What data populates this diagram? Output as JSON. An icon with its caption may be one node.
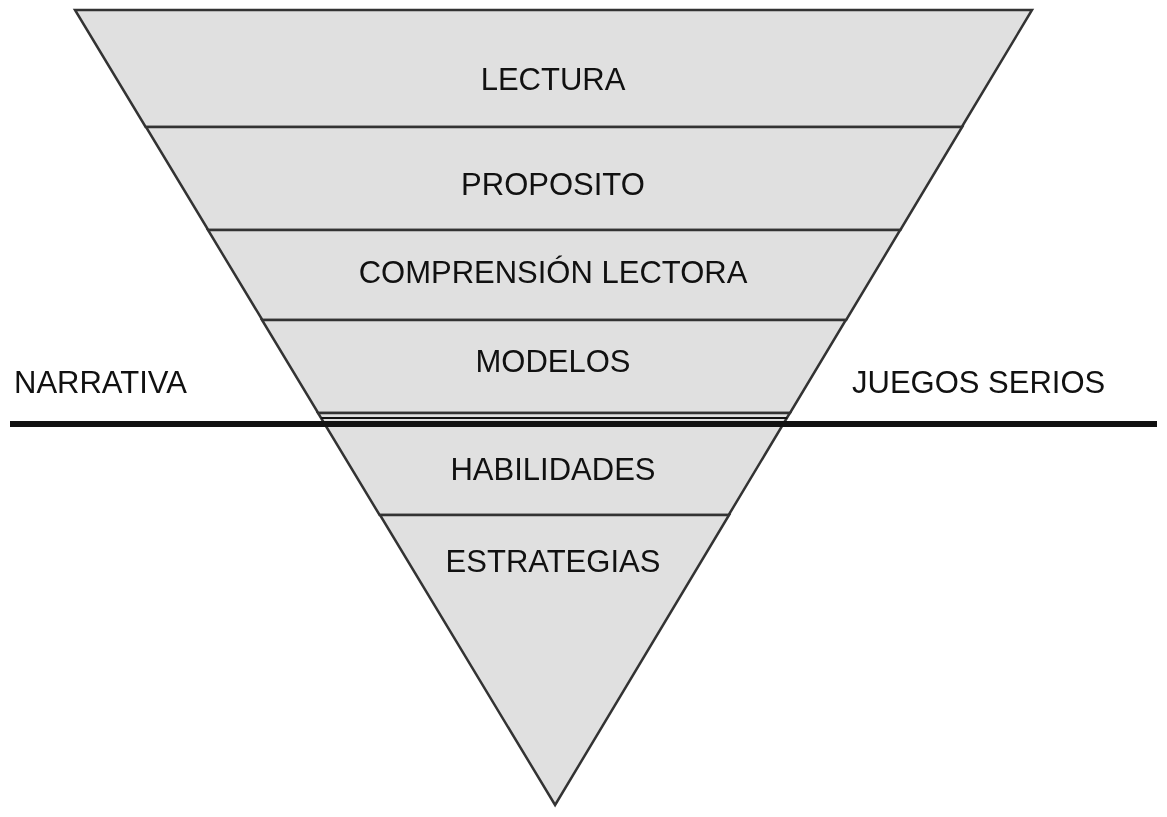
{
  "diagram": {
    "nodes": [
      {
        "text": [
          "LECTURA"
        ]
      },
      {
        "text": [
          "PROPOSITO"
        ]
      },
      {
        "text": [
          "COMPRENSIÓN LECTORA"
        ]
      },
      {
        "text": [
          "MODELOS"
        ]
      },
      {
        "text": [
          "HABILIDADES"
        ]
      },
      {
        "text": [
          "ESTRATEGIAS"
        ]
      }
    ],
    "labels": [
      "NARRATIVA",
      "JUEGOS SERIOS"
    ]
  }
}
